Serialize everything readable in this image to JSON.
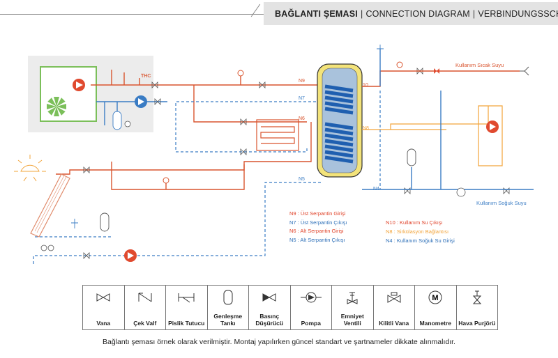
{
  "header": {
    "title_tr": "BAĞLANTI ŞEMASI",
    "title_en": "CONNECTION DIAGRAM",
    "title_de": "VERBINDUNGSSCHEMA",
    "separator": "|"
  },
  "diagram": {
    "boiler_thermostat_label": "THC",
    "hot_water_label": "Kullanım Sıcak Suyu",
    "cold_water_label": "Kullanım Soğuk Suyu",
    "connections": {
      "n9": "N9",
      "n10": "N10",
      "n7": "N7",
      "n6": "N6",
      "n8": "N8",
      "n5": "N5",
      "n4": "N4"
    },
    "pump_color": "#e04a2f",
    "hot_line_color": "#d9542e",
    "cold_line_color": "#3a7cc4",
    "circulation_line_color": "#f2a43a",
    "tank_color": "#f3e37a",
    "coil_color": "#1f5fb0",
    "collector_color": "#e08a6a",
    "boiler_color": "#7bbf5a"
  },
  "legend": [
    {
      "text": "N9 : Üst Serpantin Girişi",
      "color": "red"
    },
    {
      "text": "N7 : Üst Serpantin Çıkışı",
      "color": "blue"
    },
    {
      "text": "N6 : Alt Serpantin Girişi",
      "color": "red"
    },
    {
      "text": "N5 : Alt Serpantin Çıkışı",
      "color": "blue"
    }
  ],
  "legend2": [
    {
      "text": "N10 : Kullanım Su Çıkışı",
      "color": "red"
    },
    {
      "text": "N8 : Sirkülasyon Bağlantısı",
      "color": "orange"
    },
    {
      "text": "N4 : Kullanım Soğuk Su Girişi",
      "color": "blue"
    }
  ],
  "symbols": [
    {
      "label": "Vana",
      "icon": "valve-icon"
    },
    {
      "label": "Çek Valf",
      "icon": "check-valve-icon"
    },
    {
      "label": "Pislik Tutucu",
      "icon": "strainer-icon"
    },
    {
      "label": "Genleşme Tankı",
      "icon": "expansion-tank-icon"
    },
    {
      "label": "Basınç Düşürücü",
      "icon": "pressure-reducer-icon"
    },
    {
      "label": "Pompa",
      "icon": "pump-icon"
    },
    {
      "label": "Emniyet Ventili",
      "icon": "safety-valve-icon"
    },
    {
      "label": "Kilitli Vana",
      "icon": "locked-valve-icon"
    },
    {
      "label": "Manometre",
      "icon": "manometer-icon",
      "glyph": "M"
    },
    {
      "label": "Hava Purjörü",
      "icon": "air-vent-icon"
    }
  ],
  "footnote": "Bağlantı şeması örnek olarak verilmiştir. Montaj yapılırken güncel standart ve şartnameler dikkate alınmalıdır."
}
